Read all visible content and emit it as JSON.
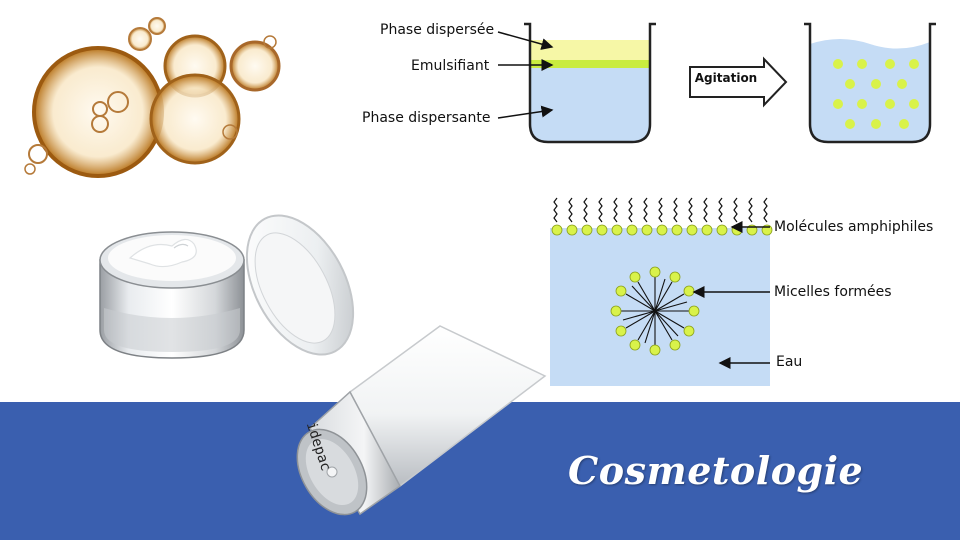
{
  "emulsion_diagram": {
    "label_dispersed_phase": "Phase dispersée",
    "label_emulsifier": "Emulsifiant",
    "label_dispersing_phase": "Phase dispersante",
    "agitation_label": "Agitation"
  },
  "micelle_diagram": {
    "label_amphiphilic": "Molécules amphiphiles",
    "label_micelles": "Micelles formées",
    "label_water": "Eau"
  },
  "product": {
    "tube_brand": "idepac"
  },
  "banner": {
    "title": "Cosmetologie"
  },
  "colors": {
    "banner_blue": "#3a5faf",
    "water_blue": "#c5dcf5",
    "dispersed_yellow": "#f6f7a6",
    "emulsifier_green": "#c9ec3f",
    "droplet_yellow": "#d9f24a"
  }
}
